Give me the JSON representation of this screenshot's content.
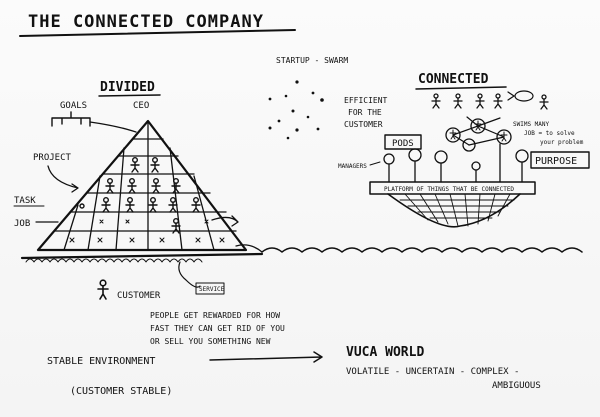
{
  "title": "THE CONNECTED COMPANY",
  "divided": {
    "heading": "DIVIDED",
    "goals": "GOALS",
    "ceo": "CEO",
    "project": "PROJECT",
    "task": "TASK",
    "job": "JOB",
    "customer": "CUSTOMER",
    "service": "SERVICE"
  },
  "startup": {
    "label": "STARTUP - SWARM",
    "efficient_lines": [
      "EFFICIENT",
      "FOR THE",
      "CUSTOMER"
    ]
  },
  "connected": {
    "heading": "CONNECTED",
    "pods": "PODS",
    "managers": "MANAGERS",
    "swim_lanes": "SWIMS MANY",
    "job_lines": [
      "JOB = to solve",
      "your problem"
    ],
    "purpose": "PURPOSE",
    "platform": "PLATFORM OF THINGS THAT BE CONNECTED"
  },
  "notes": {
    "rewarded_lines": [
      "PEOPLE GET REWARDED FOR HOW",
      "FAST THEY CAN GET RID OF YOU",
      "OR SELL YOU SOMETHING NEW"
    ],
    "stable": "STABLE ENVIRONMENT",
    "customer_stable": "(CUSTOMER STABLE)",
    "vuca": "VUCA WORLD",
    "vuca_def": "VOLATILE - UNCERTAIN - COMPLEX -",
    "ambiguous": "AMBIGUOUS"
  },
  "colors": {
    "ink": "#111111",
    "paper": "#f7f7f7"
  }
}
